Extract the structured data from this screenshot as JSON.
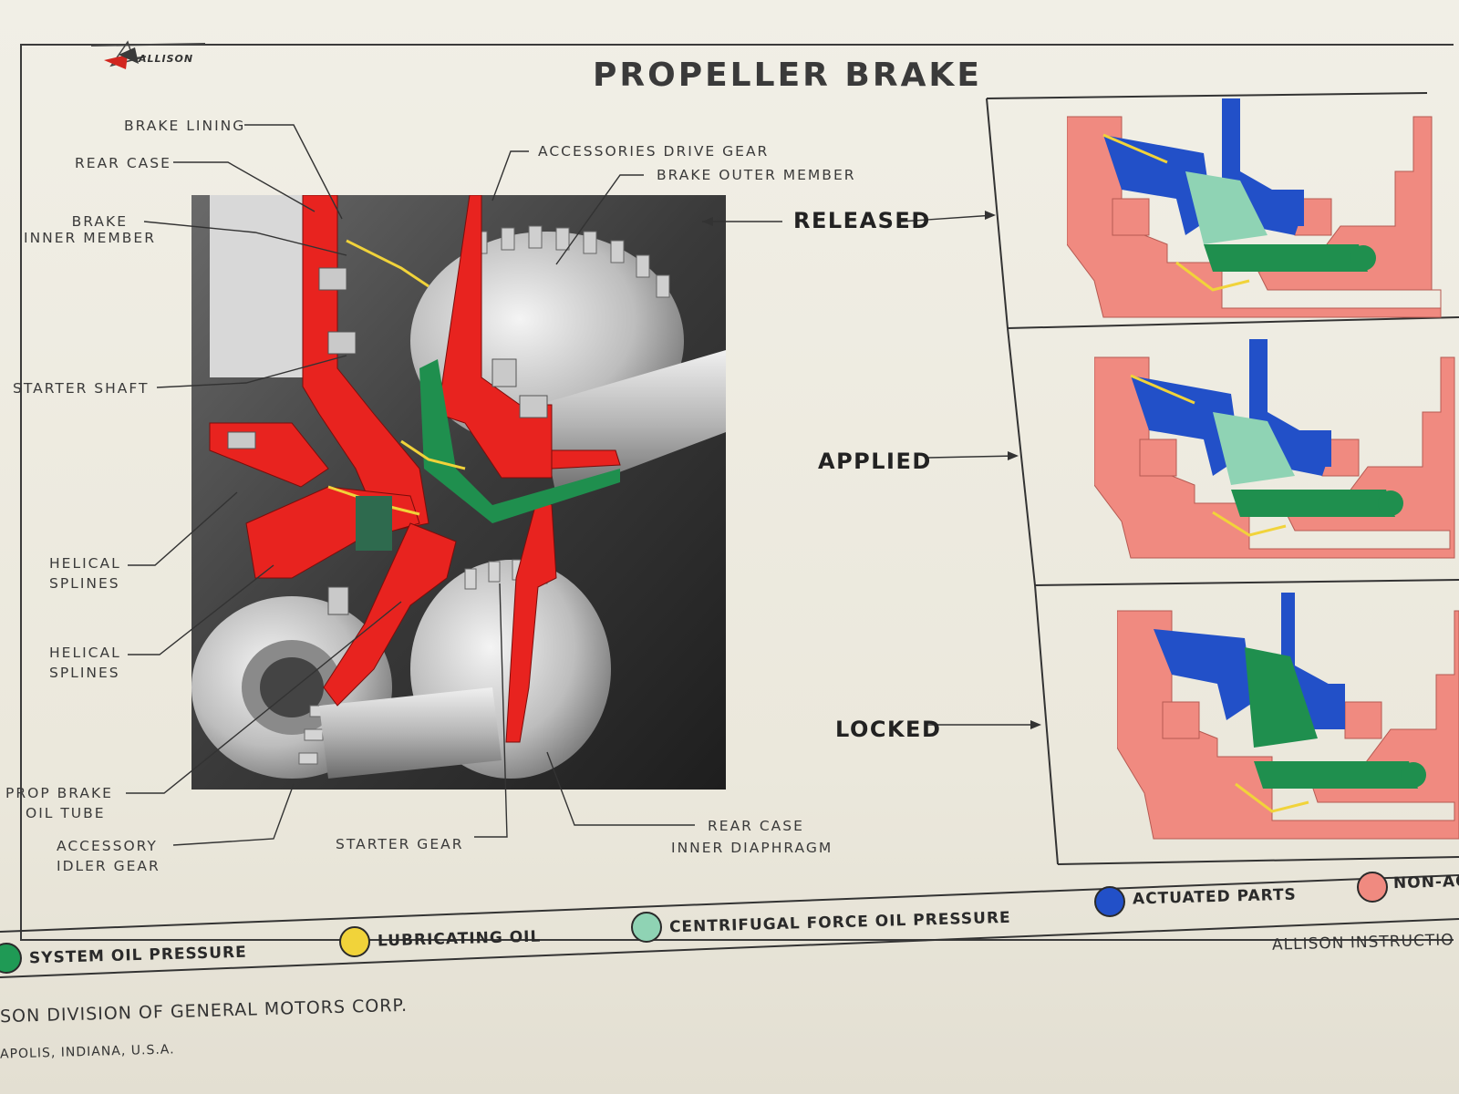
{
  "brand": {
    "logo_text": "ALLISON"
  },
  "title": "PROPELLER BRAKE",
  "labels": {
    "brake_lining": "BRAKE LINING",
    "rear_case": "REAR CASE",
    "brake_inner_member_1": "BRAKE",
    "brake_inner_member_2": "INNER MEMBER",
    "starter_shaft": "STARTER SHAFT",
    "helical_splines_a_1": "HELICAL",
    "helical_splines_a_2": "SPLINES",
    "helical_splines_b_1": "HELICAL",
    "helical_splines_b_2": "SPLINES",
    "prop_brake_oil_tube_1": "PROP BRAKE",
    "prop_brake_oil_tube_2": "OIL TUBE",
    "accessory_idler_gear_1": "ACCESSORY",
    "accessory_idler_gear_2": "IDLER GEAR",
    "starter_gear": "STARTER GEAR",
    "rear_case_inner_diaphragm_1": "REAR CASE",
    "rear_case_inner_diaphragm_2": "INNER DIAPHRAGM",
    "accessories_drive_gear": "ACCESSORIES DRIVE GEAR",
    "brake_outer_member": "BRAKE OUTER MEMBER"
  },
  "states": {
    "released": "RELEASED",
    "applied": "APPLIED",
    "locked": "LOCKED"
  },
  "legend": [
    {
      "label": "SYSTEM OIL PRESSURE",
      "color": "#1f9a55"
    },
    {
      "label": "LUBRICATING OIL",
      "color": "#f1d33a"
    },
    {
      "label": "CENTRIFUGAL FORCE OIL PRESSURE",
      "color": "#8fd3b4"
    },
    {
      "label": "ACTUATED PARTS",
      "color": "#2250c8"
    },
    {
      "label": "NON-AC",
      "color": "#f08a80"
    }
  ],
  "colors": {
    "red_part": "#e8231f",
    "salmon": "#f08a80",
    "blue": "#2250c8",
    "green": "#1f8f4e",
    "mint": "#8fd3b4",
    "yellow": "#f1d33a"
  },
  "footer": {
    "instruction": "ALLISON INSTRUCTIO",
    "division": "SON DIVISION OF GENERAL MOTORS CORP.",
    "city": "APOLIS, INDIANA, U.S.A."
  }
}
